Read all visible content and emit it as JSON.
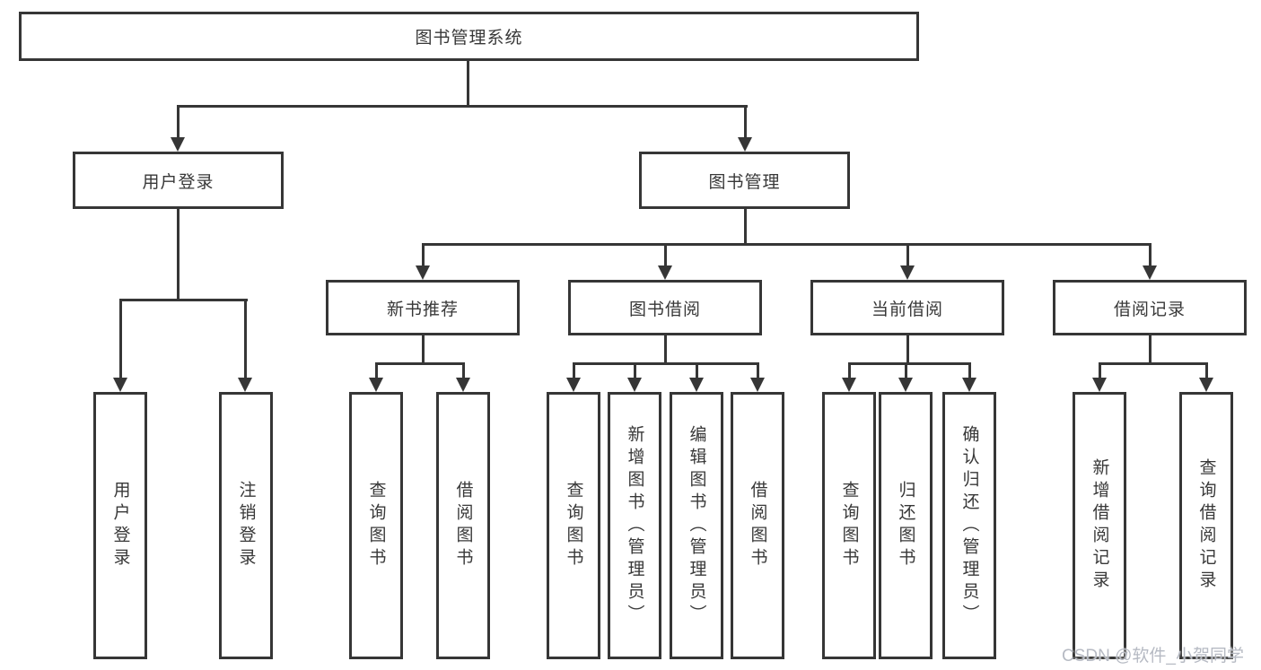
{
  "diagram": {
    "root": "图书管理系统",
    "level2": [
      "用户登录",
      "图书管理"
    ],
    "level3": [
      "新书推荐",
      "图书借阅",
      "当前借阅",
      "借阅记录"
    ],
    "leaves": [
      "用户登录",
      "注销登录",
      "查询图书",
      "借阅图书",
      "查询图书",
      "新增图书（管理员）",
      "编辑图书（管理员）",
      "借阅图书",
      "查询图书",
      "归还图书",
      "确认归还（管理员）",
      "新增借阅记录",
      "查询借阅记录"
    ]
  },
  "watermark": "CSDN @软件_小贺同学",
  "colors": {
    "line": "#363636",
    "text": "#383838",
    "background": "#ffffff",
    "watermark": "#b6bac3"
  }
}
